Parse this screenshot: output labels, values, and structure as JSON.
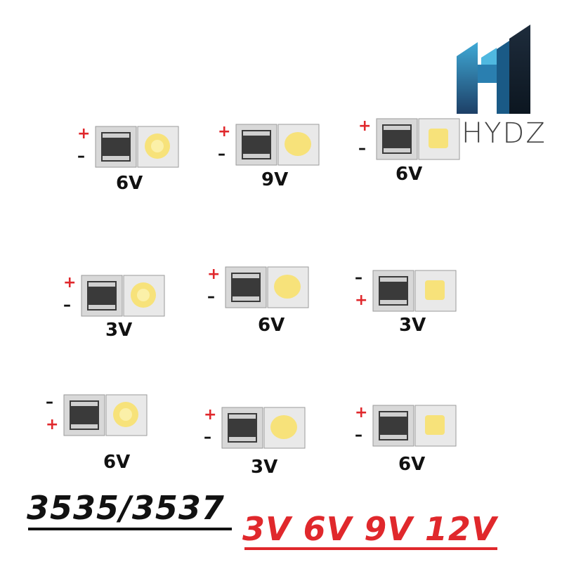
{
  "logo": {
    "text": "HYDZ",
    "icon": "building-h-logo"
  },
  "leds": [
    {
      "top_sign": "+",
      "bottom_sign": "–",
      "voltage": "6V"
    },
    {
      "top_sign": "+",
      "bottom_sign": "–",
      "voltage": "9V"
    },
    {
      "top_sign": "+",
      "bottom_sign": "–",
      "voltage": "6V"
    },
    {
      "top_sign": "+",
      "bottom_sign": "–",
      "voltage": "3V"
    },
    {
      "top_sign": "+",
      "bottom_sign": "–",
      "voltage": "6V"
    },
    {
      "top_sign": "–",
      "bottom_sign": "+",
      "voltage": "3V"
    },
    {
      "top_sign": "–",
      "bottom_sign": "+",
      "voltage": "6V"
    },
    {
      "top_sign": "+",
      "bottom_sign": "–",
      "voltage": "3V"
    },
    {
      "top_sign": "+",
      "bottom_sign": "–",
      "voltage": "6V"
    }
  ],
  "footer": {
    "model": "3535/3537",
    "voltages": "3V 6V 9V 12V"
  },
  "colors": {
    "plus": "#e0282c",
    "minus": "#111111",
    "chip_dark": "#3a3a3a",
    "chip_frame": "#d8d8d8",
    "phosphor": "#f7e27a"
  }
}
